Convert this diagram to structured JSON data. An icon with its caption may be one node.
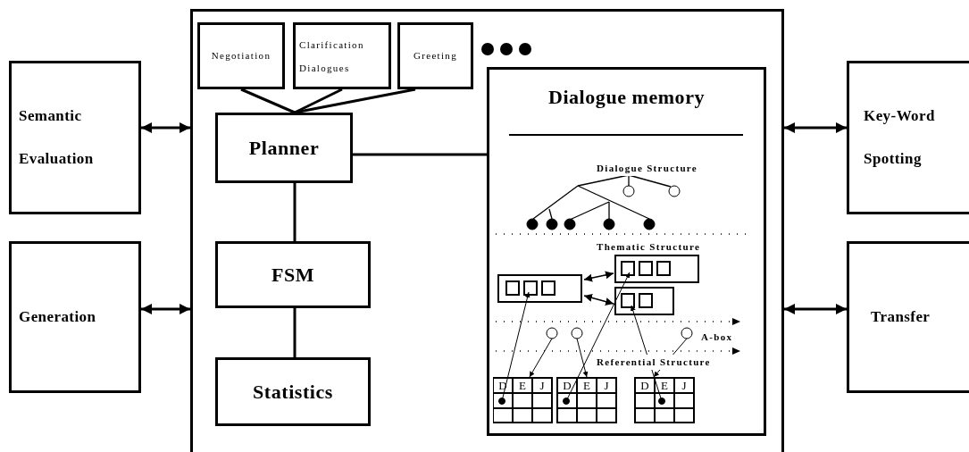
{
  "diagram": {
    "nodes": [
      {
        "text": [
          "Semantic Evaluation"
        ]
      },
      {
        "text": [
          "Generation"
        ]
      },
      {
        "text": [],
        "shape": "box"
      },
      {
        "text": [
          "Negotiation"
        ],
        "in": 2
      },
      {
        "text": [
          "Clarification Dialogues"
        ],
        "in": 2
      },
      {
        "text": [
          "Greeting"
        ],
        "in": 2
      },
      {
        "text": [
          "Planner"
        ],
        "in": 2
      },
      {
        "text": [
          "FSM"
        ],
        "in": 2
      },
      {
        "text": [
          "Statistics"
        ],
        "in": 2
      },
      {
        "text": [
          "Dialogue memory"
        ],
        "in": 2
      },
      {
        "text": [
          "Key-Word Spotting"
        ]
      },
      {
        "text": [
          "Transfer"
        ]
      }
    ],
    "edges": [
      {
        "from": 0,
        "to": 2,
        "arrow": "both"
      },
      {
        "from": 1,
        "to": 2,
        "arrow": "both"
      },
      {
        "from": 2,
        "to": 10,
        "arrow": "both"
      },
      {
        "from": 2,
        "to": 11,
        "arrow": "both"
      },
      {
        "from": 3,
        "to": 6,
        "arrow": "none"
      },
      {
        "from": 4,
        "to": 6,
        "arrow": "none"
      },
      {
        "from": 5,
        "to": 6,
        "arrow": "none"
      },
      {
        "from": 6,
        "to": 9,
        "arrow": "none"
      },
      {
        "from": 6,
        "to": 7,
        "arrow": "none"
      },
      {
        "from": 7,
        "to": 8,
        "arrow": "none"
      }
    ],
    "labels": [
      "Dialogue Structure",
      "Thematic Structure",
      "A-box",
      "Referential Structure",
      "D",
      "E",
      "J",
      "D",
      "E",
      "J",
      "D",
      "E",
      "J"
    ]
  }
}
